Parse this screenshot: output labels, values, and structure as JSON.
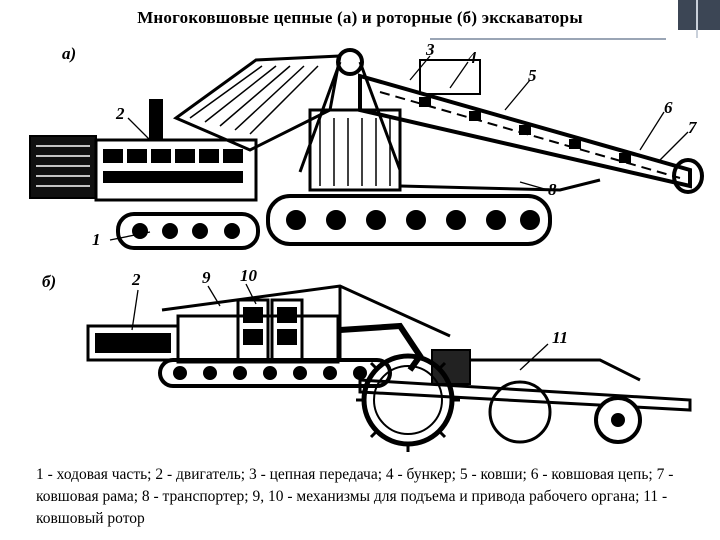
{
  "slide": {
    "title": "Многоковшовые цепные (а) и роторные (б) экскаваторы",
    "label_a": "а)",
    "label_b": "б)",
    "numbers_a": [
      "1",
      "2",
      "3",
      "4",
      "5",
      "6",
      "7",
      "8"
    ],
    "numbers_b": [
      "2",
      "9",
      "10",
      "11"
    ],
    "caption": "1 - ходовая часть; 2 - двигатель; 3 - цепная передача; 4 - бункер; 5 - ковши; 6 - ковшовая цепь; 7 - ковшовая рама; 8 - транспортер; 9, 10 - механизмы для подъема и привода рабочего органа; 11 - ковшовый ротор"
  },
  "colors": {
    "accent_bar": "#3c4655",
    "ink": "#000000"
  }
}
